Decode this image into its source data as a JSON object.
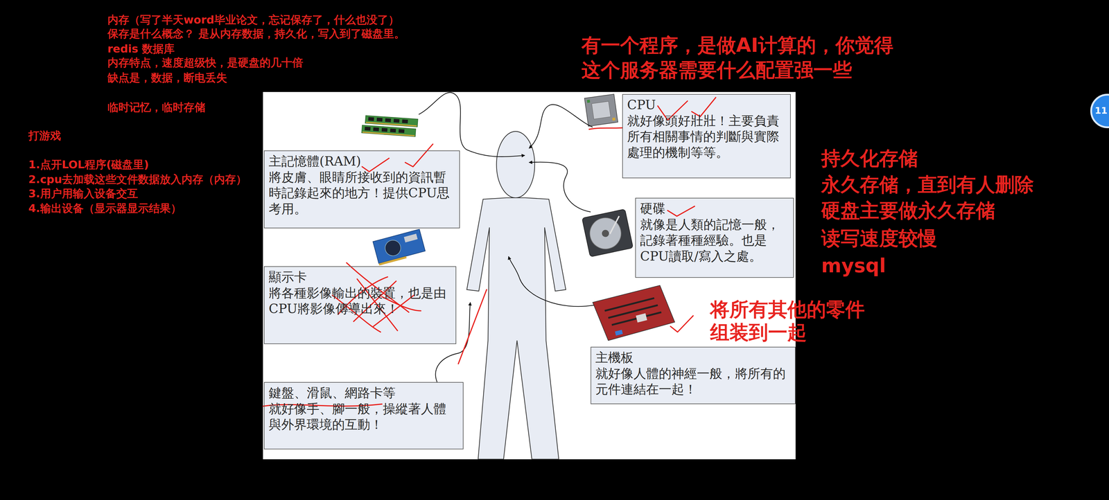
{
  "diagram": {
    "nodes": [
      {
        "text": [
          "CPU",
          "就好像頭好壯壯！主要負責所有相關事情的判斷與實際處理的機制等等。"
        ]
      },
      {
        "text": [
          "主記憶體(RAM)",
          "將皮膚、眼睛所接收到的資訊暫時記錄起來的地方！提供CPU思考用。"
        ]
      },
      {
        "text": [
          "硬碟",
          "就像是人類的記憶一般，記錄著種種經驗。也是CPU讀取/寫入之處。"
        ]
      },
      {
        "text": [
          "顯示卡",
          "將各種影像輸出的裝置，也是由CPU將影像傳導出來！"
        ]
      },
      {
        "text": [
          "主機板",
          "就好像人體的神經一般，將所有的元件連結在一起！"
        ]
      },
      {
        "text": [
          "鍵盤、滑鼠、網路卡等",
          "就好像手、腳一般，操縱著人體與外界環境的互動！"
        ]
      }
    ],
    "labels": [
      "内存（写了半天word毕业论文，忘记保存了，什么也没了）",
      "保存是什么概念？ 是从内存数据，持久化，写入到了磁盘里。",
      "redis 数据库",
      "内存特点，速度超级快，是硬盘的几十倍",
      "缺点是，数据，断电丢失",
      "临时记忆，临时存储",
      "打游戏",
      "1.点开LOL程序(磁盘里)",
      "2.cpu去加载这些文件数据放入内存（内存）",
      "3.用户用输入设备交互",
      "4.输出设备（显示器显示结果）",
      "有一个程序，是做AI计算的，你觉得",
      "这个服务器需要什么配置强一些",
      "持久化存储",
      "永久存储，直到有人删除",
      "硬盘主要做永久存储",
      "读写速度较慢",
      "mysql",
      "将所有其他的零件",
      "组装到一起",
      "11"
    ]
  }
}
